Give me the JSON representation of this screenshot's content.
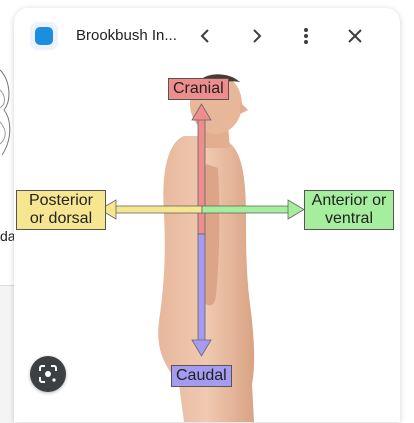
{
  "header": {
    "site_title": "Brookbush In..."
  },
  "figure": {
    "label_cranial": "Cranial",
    "label_caudal": "Caudal",
    "label_posterior": "Posterior or dorsal",
    "label_anterior": "Anterior or ventral"
  },
  "background": {
    "fragment_text": "da"
  },
  "colors": {
    "cranial": "#ef8d8d",
    "caudal": "#a59cf2",
    "posterior": "#f6e690",
    "anterior": "#a5ee9d"
  },
  "icons": [
    "site-favicon-icon",
    "chevron-left-icon",
    "chevron-right-icon",
    "more-vert-icon",
    "close-icon",
    "lens-search-icon"
  ]
}
